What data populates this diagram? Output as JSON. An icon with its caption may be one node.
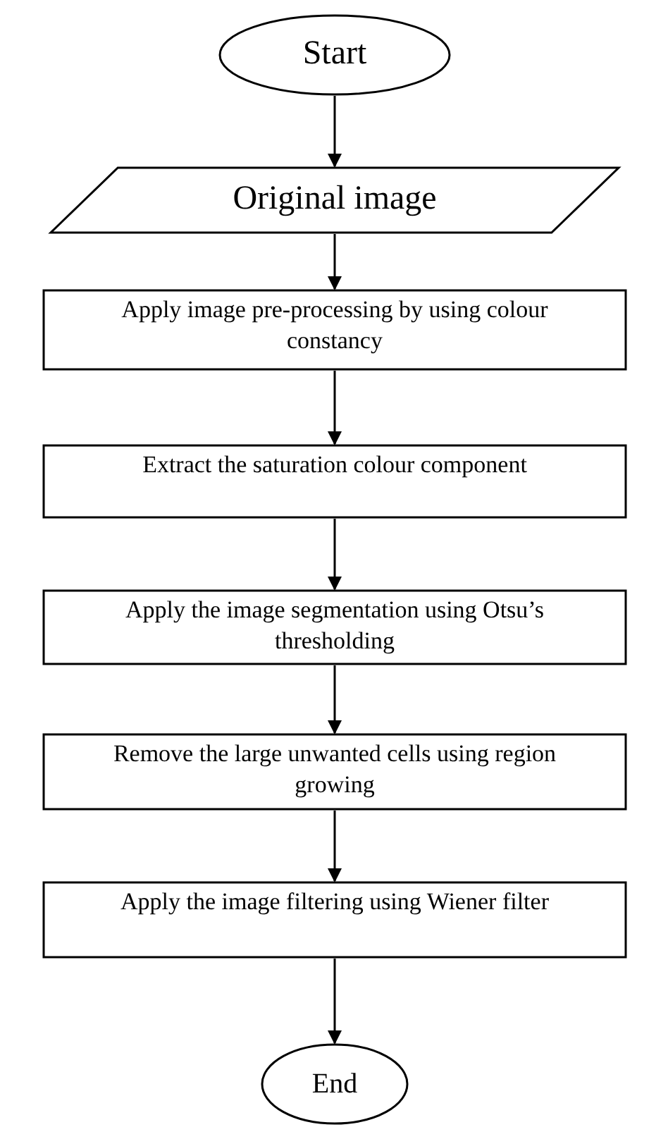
{
  "diagram": {
    "nodes": [
      {
        "text": [
          "Start"
        ]
      },
      {
        "text": [
          "Original image"
        ]
      },
      {
        "text": [
          "Apply image pre-processing by using colour constancy"
        ]
      },
      {
        "text": [
          "Extract the saturation colour component"
        ]
      },
      {
        "text": [
          "Apply the image segmentation using Otsu’s thresholding"
        ]
      },
      {
        "text": [
          "Remove the large unwanted cells using region growing"
        ]
      },
      {
        "text": [
          "Apply the image filtering using Wiener filter"
        ]
      },
      {
        "text": [
          "End"
        ]
      }
    ],
    "edges": [
      {
        "from": 0,
        "to": 1,
        "arrow": "to"
      },
      {
        "from": 1,
        "to": 2,
        "arrow": "to"
      },
      {
        "from": 2,
        "to": 3,
        "arrow": "to"
      },
      {
        "from": 3,
        "to": 4,
        "arrow": "to"
      },
      {
        "from": 4,
        "to": 5,
        "arrow": "to"
      },
      {
        "from": 5,
        "to": 6,
        "arrow": "to"
      },
      {
        "from": 6,
        "to": 7,
        "arrow": "to"
      }
    ]
  }
}
